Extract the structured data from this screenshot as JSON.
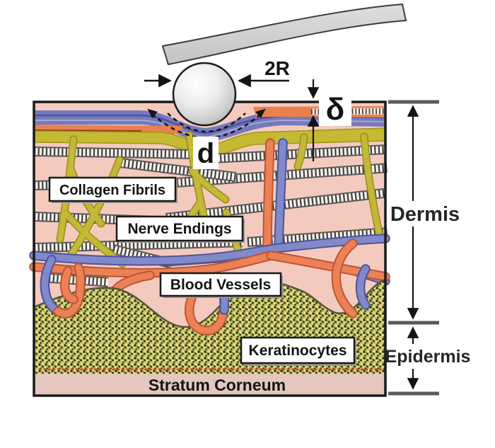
{
  "figure": {
    "type": "skin-indentation-schematic",
    "annotations": {
      "probe_diameter": "2R",
      "indentation_depth": "δ",
      "contact_diameter": "d"
    },
    "tissue_labels": {
      "collagen": "Collagen Fibrils",
      "nerves": "Nerve Endings",
      "vessels": "Blood Vessels",
      "keratinocytes": "Keratinocytes",
      "stratum_corneum": "Stratum Corneum"
    },
    "layer_labels": {
      "dermis": "Dermis",
      "epidermis": "Epidermis"
    },
    "colors": {
      "skin_pink": "#f5cabe",
      "stratum_tan": "#e4c8bf",
      "blue_vessel": "#8289c9",
      "blue_band": "#747abc",
      "red_vessel": "#ec8157",
      "orange_band": "#e8814f",
      "nerve_yellow": "#c3b937",
      "keratinocyte_olive": "#c9c566",
      "cantilever_gray": "#d2d2d2",
      "bracket_gray": "#5a5a5a"
    }
  }
}
